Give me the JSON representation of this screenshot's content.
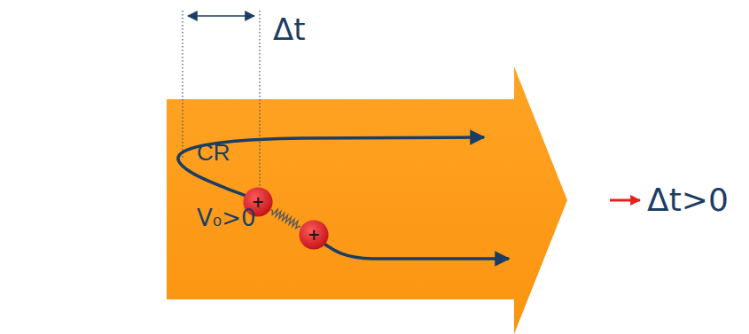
{
  "diagram": {
    "nodes": [
      {
        "text": [
          "+"
        ]
      },
      {
        "text": [
          "+"
        ]
      }
    ],
    "edges": [
      {
        "from": 0,
        "to": 1,
        "arrow": "none"
      }
    ],
    "labels": [
      "Δt",
      "CR",
      "V₀>0",
      "Δt>0"
    ]
  }
}
